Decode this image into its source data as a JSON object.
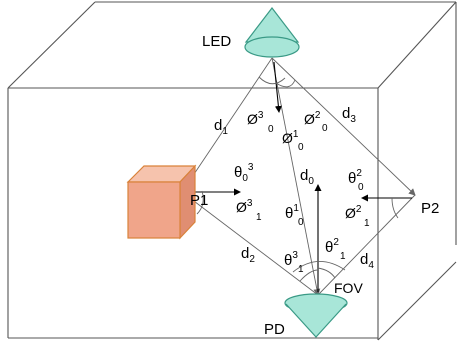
{
  "nodes": {
    "led": "LED",
    "pd": "PD",
    "p1": "P1",
    "p2": "P2",
    "fov": "FOV"
  },
  "distances": {
    "d0": {
      "base": "d",
      "sub": "0"
    },
    "d1": {
      "base": "d",
      "sub": "1"
    },
    "d2": {
      "base": "d",
      "sub": "2"
    },
    "d3": {
      "base": "d",
      "sub": "3"
    },
    "d4": {
      "base": "d",
      "sub": "4"
    }
  },
  "angles": {
    "phi3_0": {
      "base": "Ø",
      "sup": "3",
      "sub": "0"
    },
    "phi1_0": {
      "base": "Ø",
      "sup": "1",
      "sub": "0"
    },
    "phi2_0": {
      "base": "Ø",
      "sup": "2",
      "sub": "0"
    },
    "phi3_1": {
      "base": "Ø",
      "sup": "3",
      "sub": "1"
    },
    "phi2_1": {
      "base": "Ø",
      "sup": "2",
      "sub": "1"
    },
    "theta3_0": {
      "base": "θ",
      "sup": "3",
      "sub": "0"
    },
    "theta2_0": {
      "base": "θ",
      "sup": "2",
      "sub": "0"
    },
    "theta1_0": {
      "base": "θ",
      "sup": "1",
      "sub": "0"
    },
    "theta3_1": {
      "base": "θ",
      "sup": "3",
      "sub": "1"
    },
    "theta2_1": {
      "base": "θ",
      "sup": "2",
      "sub": "1"
    }
  },
  "colors": {
    "device_fill": "#a8e6d8",
    "device_stroke": "#3a9a86",
    "cube_front": "#f0a58a",
    "cube_top": "#f6c3ad",
    "cube_side": "#e08e72",
    "cube_stroke": "#d9823a"
  }
}
